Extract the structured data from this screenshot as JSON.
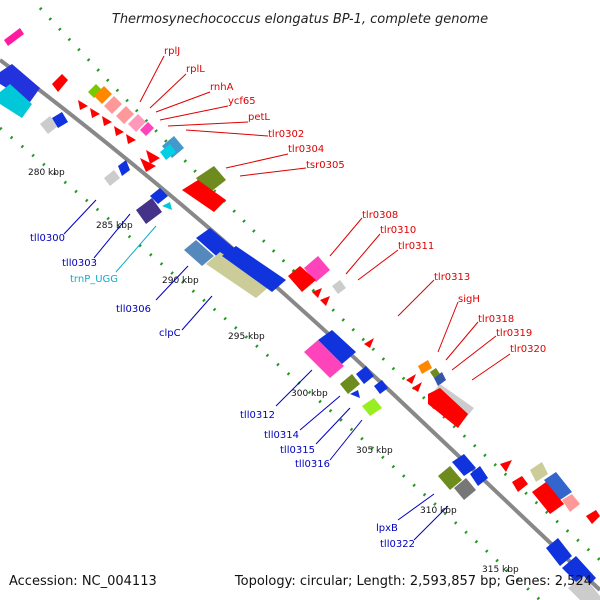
{
  "title": "Thermosynechococcus elongatus BP-1, complete genome",
  "footer": {
    "accession": "Accession: NC_004113",
    "summary": "Topology: circular; Length: 2,593,857 bp; Genes: 2,524"
  },
  "colors": {
    "forward_label": "#dd0000",
    "reverse_label": "#0000bb",
    "rna_label": "#11aacc",
    "backbone": "#888888",
    "dots": "#229922"
  },
  "kbp_ticks": [
    "280 kbp",
    "285 kbp",
    "290 kbp",
    "295 kbp",
    "300 kbp",
    "305 kbp",
    "310 kbp",
    "315 kbp"
  ],
  "forward_labels": [
    "rplJ",
    "rplL",
    "rnhA",
    "ycf65",
    "petL",
    "tlr0302",
    "tlr0304",
    "tsr0305",
    "tlr0308",
    "tlr0310",
    "tlr0311",
    "tlr0313",
    "sigH",
    "tlr0318",
    "tlr0319",
    "tlr0320"
  ],
  "reverse_labels": [
    "tll0300",
    "tll0303",
    "trnP_UGG",
    "tll0306",
    "clpC",
    "tll0312",
    "tll0314",
    "tll0315",
    "tll0316",
    "lpxB",
    "tll0322"
  ]
}
